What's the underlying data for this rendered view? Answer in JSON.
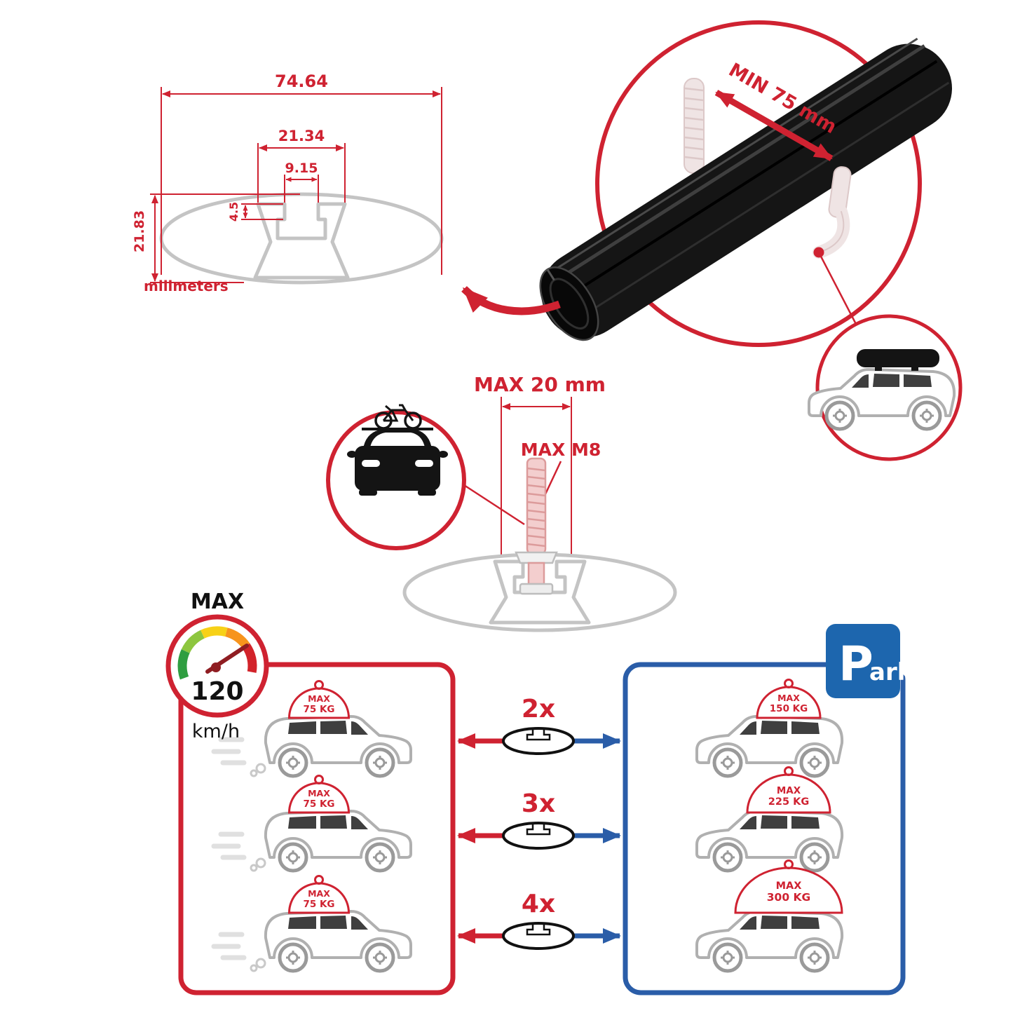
{
  "profile_dimensions": {
    "total_width": "74.64",
    "channel_width": "21.34",
    "slot_width": "9.15",
    "slot_depth": "4.5",
    "total_height": "21.83",
    "units": "milimeters"
  },
  "zoom_detail": {
    "min_clamp_label": "MIN 75 mm"
  },
  "bolt_detail": {
    "max_length_label": "MAX 20 mm",
    "max_thread_label": "MAX M8"
  },
  "speed_gauge": {
    "title": "MAX",
    "value": "120",
    "unit": "km/h"
  },
  "driving_panel": {
    "cars": [
      {
        "cargo_line1": "MAX",
        "cargo_line2": "75 KG"
      },
      {
        "cargo_line1": "MAX",
        "cargo_line2": "75 KG"
      },
      {
        "cargo_line1": "MAX",
        "cargo_line2": "75 KG"
      }
    ]
  },
  "crossbar_counts": [
    {
      "label": "2x"
    },
    {
      "label": "3x"
    },
    {
      "label": "4x"
    }
  ],
  "parked_panel": {
    "cars": [
      {
        "cargo_line1": "MAX",
        "cargo_line2": "150 KG"
      },
      {
        "cargo_line1": "MAX",
        "cargo_line2": "225 KG"
      },
      {
        "cargo_line1": "MAX",
        "cargo_line2": "300 KG"
      }
    ]
  },
  "park_sign": {
    "letter": "P",
    "rest": "ark"
  },
  "colors": {
    "red": "#cf2231",
    "blue": "#2a5da8",
    "sign_blue": "#1d66ae",
    "bar_black": "#151515",
    "drawing_gray": "#c4c4c4",
    "metal_pale": "#efe4e4"
  }
}
